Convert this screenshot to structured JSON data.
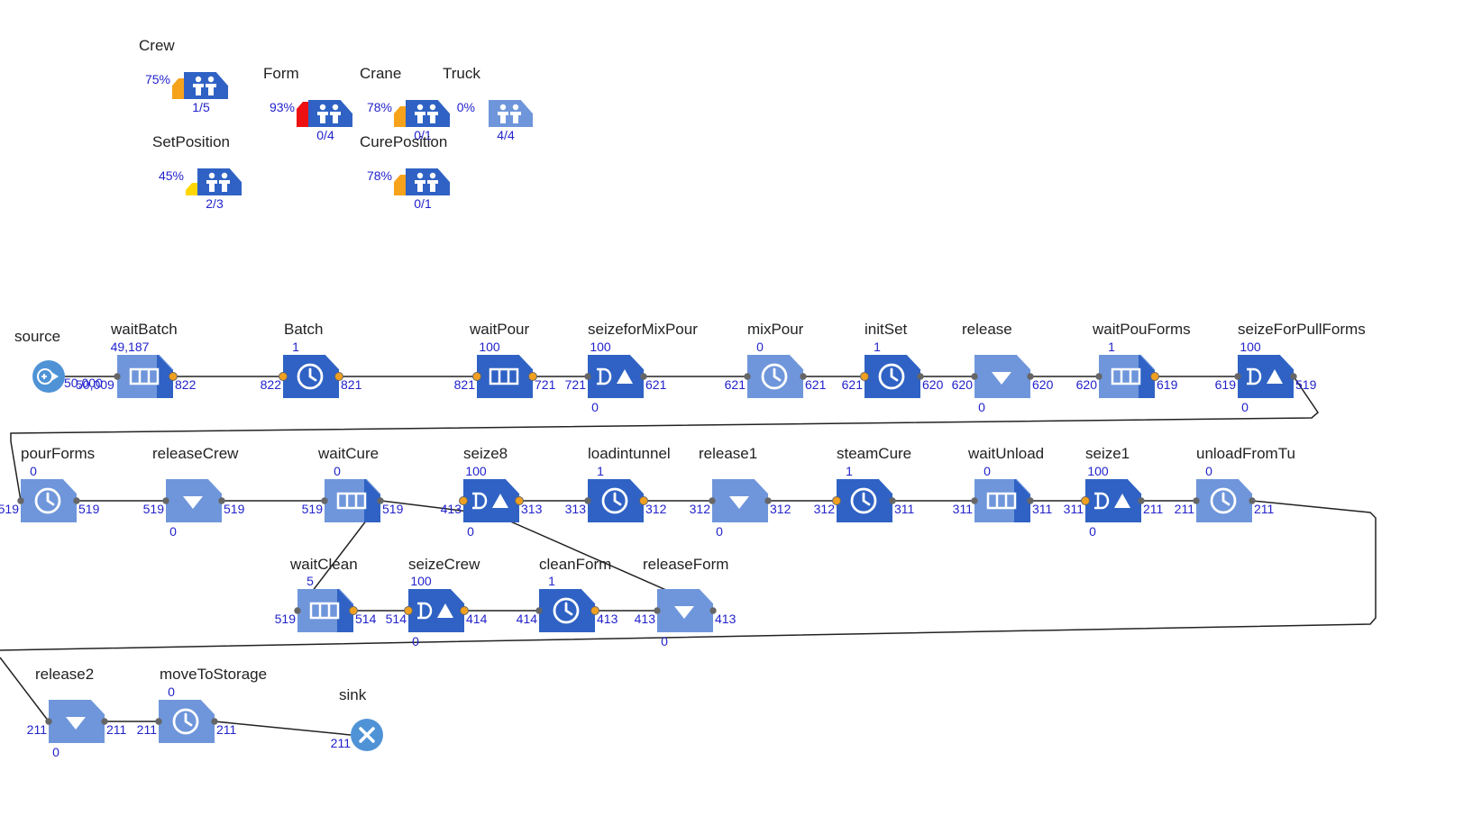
{
  "colors": {
    "dark": "#2f62c4",
    "light": "#6f96db",
    "port": "#f0a020",
    "line": "#222222",
    "text_blue": "#2222cc",
    "orange": "#f7a21b",
    "red": "#ee1111",
    "yellow": "#ffd700",
    "round": "#4f93d6"
  },
  "resources": [
    {
      "id": "crew",
      "name": "Crew",
      "pct": "75%",
      "count": "1/5",
      "level": 0.75,
      "color": "orange",
      "faded": false
    },
    {
      "id": "form",
      "name": "Form",
      "pct": "93%",
      "count": "0/4",
      "level": 0.93,
      "color": "red",
      "faded": false
    },
    {
      "id": "crane",
      "name": "Crane",
      "pct": "78%",
      "count": "0/1",
      "level": 0.78,
      "color": "orange",
      "faded": false
    },
    {
      "id": "truck",
      "name": "Truck",
      "pct": "0%",
      "count": "4/4",
      "level": 0.0,
      "color": "orange",
      "faded": true
    },
    {
      "id": "setposition",
      "name": "SetPosition",
      "pct": "45%",
      "count": "2/3",
      "level": 0.45,
      "color": "yellow",
      "faded": false
    },
    {
      "id": "cureposition",
      "name": "CurePosition",
      "pct": "78%",
      "count": "0/1",
      "level": 0.78,
      "color": "orange",
      "faded": false
    }
  ],
  "blocks": [
    {
      "id": "source",
      "name": "source",
      "type": "source",
      "top": "",
      "left": "",
      "right": "50,000",
      "bottom": ""
    },
    {
      "id": "waitbatch",
      "name": "waitBatch",
      "type": "queue",
      "shade": "light",
      "top": "49,187",
      "left": "50,009",
      "right": "822",
      "bottom": ""
    },
    {
      "id": "batch",
      "name": "Batch",
      "type": "delay",
      "shade": "dark",
      "top": "1",
      "left": "822",
      "right": "821",
      "bottom": ""
    },
    {
      "id": "waitpour",
      "name": "waitPour",
      "type": "queue",
      "shade": "dark",
      "top": "100",
      "left": "821",
      "right": "721",
      "bottom": ""
    },
    {
      "id": "seizeformixpour",
      "name": "seizeforMixPour",
      "type": "seize",
      "shade": "dark",
      "top": "100",
      "left": "721",
      "right": "621",
      "bottom": "0"
    },
    {
      "id": "mixpour",
      "name": "mixPour",
      "type": "delay",
      "shade": "light",
      "top": "0",
      "left": "621",
      "right": "621",
      "bottom": ""
    },
    {
      "id": "initset",
      "name": "initSet",
      "type": "delay",
      "shade": "dark",
      "top": "1",
      "left": "621",
      "right": "620",
      "bottom": ""
    },
    {
      "id": "release",
      "name": "release",
      "type": "release",
      "shade": "light",
      "top": "",
      "left": "620",
      "right": "620",
      "bottom": "0"
    },
    {
      "id": "waitpouforms",
      "name": "waitPouForms",
      "type": "queue",
      "shade": "light",
      "top": "1",
      "left": "620",
      "right": "619",
      "bottom": ""
    },
    {
      "id": "seizeforpullforms",
      "name": "seizeForPullForms",
      "type": "seize",
      "shade": "dark",
      "top": "100",
      "left": "619",
      "right": "519",
      "bottom": "0"
    },
    {
      "id": "pourforms",
      "name": "pourForms",
      "type": "delay",
      "shade": "light",
      "top": "0",
      "left": "519",
      "right": "519",
      "bottom": ""
    },
    {
      "id": "releasecrew",
      "name": "releaseCrew",
      "type": "release",
      "shade": "light",
      "top": "",
      "left": "519",
      "right": "519",
      "bottom": "0"
    },
    {
      "id": "waitcure",
      "name": "waitCure",
      "type": "queue",
      "shade": "light",
      "top": "0",
      "left": "519",
      "right": "519",
      "bottom": ""
    },
    {
      "id": "seize8",
      "name": "seize8",
      "type": "seize",
      "shade": "dark",
      "top": "100",
      "left": "413",
      "right": "313",
      "bottom": "0"
    },
    {
      "id": "loadintunnel",
      "name": "loadintunnel",
      "type": "delay",
      "shade": "dark",
      "top": "1",
      "left": "313",
      "right": "312",
      "bottom": ""
    },
    {
      "id": "release1",
      "name": "release1",
      "type": "release",
      "shade": "light",
      "top": "",
      "left": "312",
      "right": "312",
      "bottom": "0"
    },
    {
      "id": "steamcure",
      "name": "steamCure",
      "type": "delay",
      "shade": "dark",
      "top": "1",
      "left": "312",
      "right": "311",
      "bottom": ""
    },
    {
      "id": "waitunload",
      "name": "waitUnload",
      "type": "queue",
      "shade": "light",
      "top": "0",
      "left": "311",
      "right": "311",
      "bottom": ""
    },
    {
      "id": "seize1",
      "name": "seize1",
      "type": "seize",
      "shade": "dark",
      "top": "100",
      "left": "311",
      "right": "211",
      "bottom": "0"
    },
    {
      "id": "unloadfromtu",
      "name": "unloadFromTu",
      "type": "delay",
      "shade": "light",
      "top": "0",
      "left": "211",
      "right": "211",
      "bottom": ""
    },
    {
      "id": "waitclean",
      "name": "waitClean",
      "type": "queue",
      "shade": "light",
      "top": "5",
      "left": "519",
      "right": "514",
      "bottom": ""
    },
    {
      "id": "seizecrew",
      "name": "seizeCrew",
      "type": "seize",
      "shade": "dark",
      "top": "100",
      "left": "514",
      "right": "414",
      "bottom": "0"
    },
    {
      "id": "cleanform",
      "name": "cleanForm",
      "type": "delay",
      "shade": "dark",
      "top": "1",
      "left": "414",
      "right": "413",
      "bottom": ""
    },
    {
      "id": "releaseform",
      "name": "releaseForm",
      "type": "release",
      "shade": "light",
      "top": "",
      "left": "413",
      "right": "413",
      "bottom": "0"
    },
    {
      "id": "release2",
      "name": "release2",
      "type": "release",
      "shade": "light",
      "top": "",
      "left": "211",
      "right": "211",
      "bottom": "0"
    },
    {
      "id": "movetostorage",
      "name": "moveToStorage",
      "type": "delay",
      "shade": "light",
      "top": "0",
      "left": "211",
      "right": "211",
      "bottom": ""
    },
    {
      "id": "sink",
      "name": "sink",
      "type": "sink",
      "top": "",
      "left": "211",
      "right": "",
      "bottom": ""
    }
  ]
}
